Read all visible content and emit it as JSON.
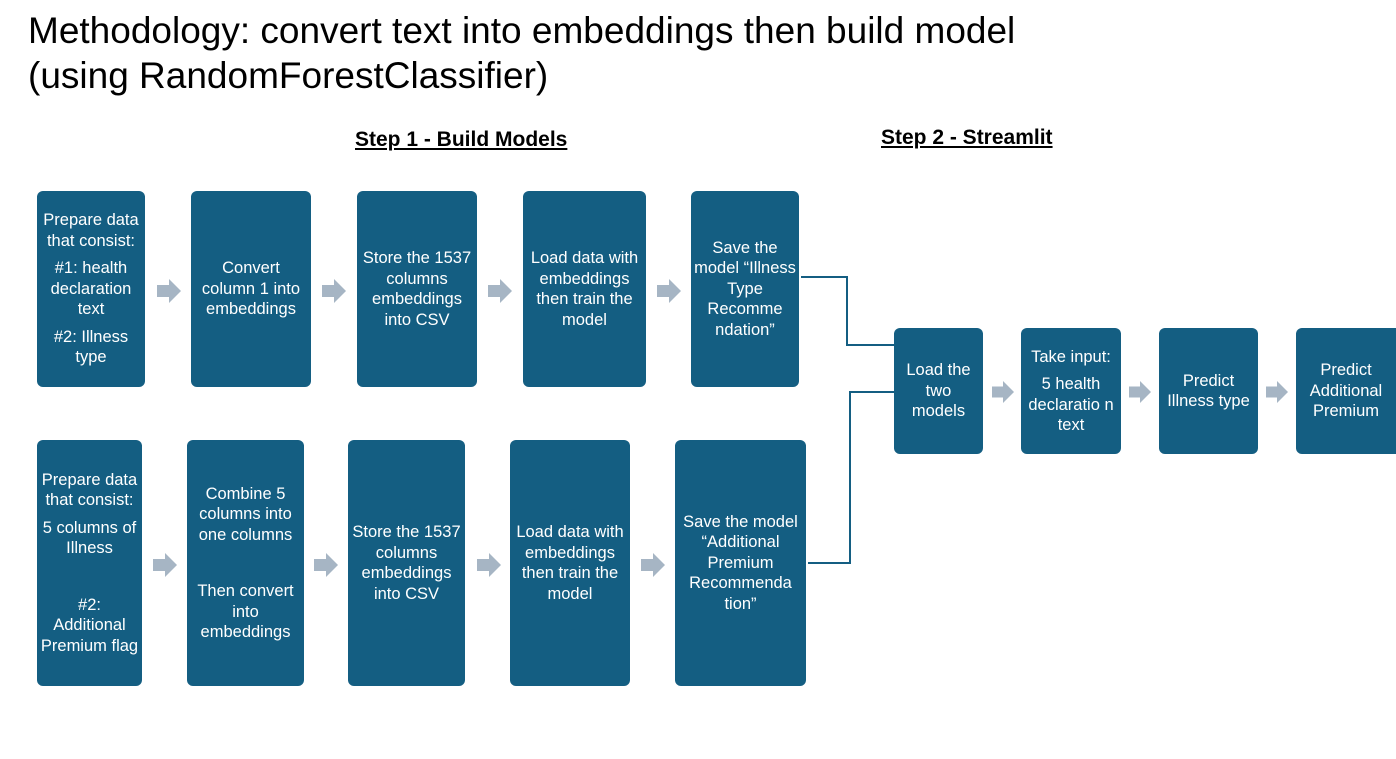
{
  "title": {
    "line1": "Methodology: convert text into embeddings then build model",
    "line2": "(using RandomForestClassifier)"
  },
  "headings": {
    "step1": "Step 1 - Build Models",
    "step2": "Step 2 - Streamlit"
  },
  "row1": {
    "prepare": [
      "Prepare data that consist:",
      "#1: health declaration text",
      "#2: Illness type"
    ],
    "convert": "Convert column 1 into embeddings",
    "store": "Store the 1537 columns embeddings into CSV",
    "load": "Load data with embeddings then train the model",
    "save": "Save the model “Illness Type Recomme ndation”"
  },
  "row2": {
    "prepare": [
      "Prepare data that consist:",
      "5 columns of Illness",
      "#2: Additional Premium flag"
    ],
    "combine": [
      "Combine 5 columns into one columns",
      "Then convert into embeddings"
    ],
    "store": "Store the 1537 columns embeddings into CSV",
    "load": "Load data with embeddings then train the model",
    "save": "Save the model “Additional Premium Recommenda tion”"
  },
  "step2": {
    "load_models": "Load the two models",
    "take_input": [
      "Take input:",
      "5 health declaratio n text"
    ],
    "predict_illness": "Predict Illness type",
    "predict_premium": "Predict Additional Premium"
  },
  "colors": {
    "box": "#145e82",
    "arrow": "#a6b5c4",
    "connector": "#145e82"
  }
}
